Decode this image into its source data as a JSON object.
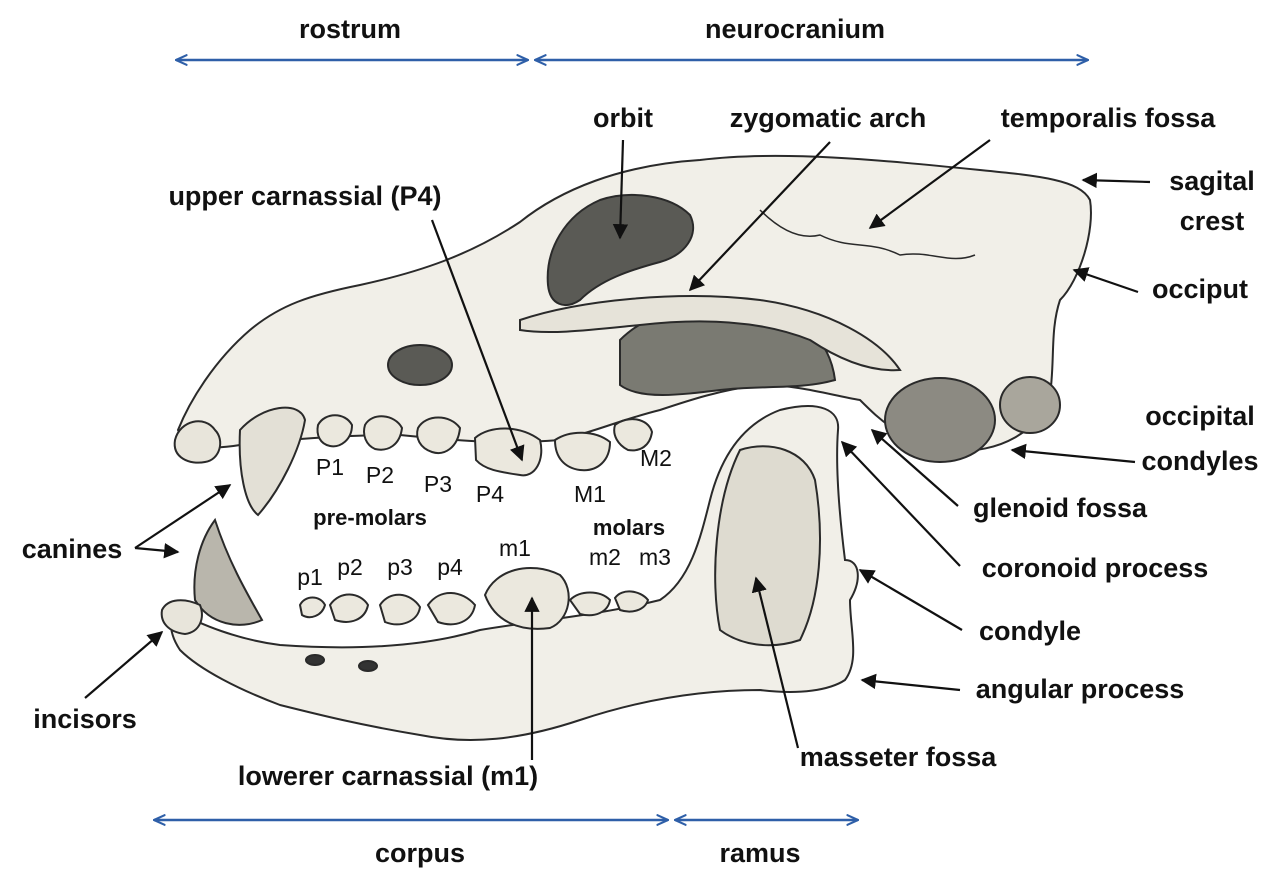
{
  "regions": {
    "rostrum": "rostrum",
    "neurocranium": "neurocranium",
    "corpus": "corpus",
    "ramus": "ramus"
  },
  "labels": {
    "orbit": "orbit",
    "zygomatic_arch": "zygomatic arch",
    "temporalis_fossa": "temporalis fossa",
    "sagital_crest_1": "sagital",
    "sagital_crest_2": "crest",
    "occiput": "occiput",
    "occipital_condyles_1": "occipital",
    "occipital_condyles_2": "condyles",
    "glenoid_fossa": "glenoid fossa",
    "coronoid_process": "coronoid process",
    "condyle": "condyle",
    "angular_process": "angular process",
    "masseter_fossa": "masseter fossa",
    "upper_carnassial": "upper carnassial (P4)",
    "lower_carnassial": "lowerer carnassial (m1)",
    "canines": "canines",
    "incisors": "incisors",
    "pre_molars": "pre-molars",
    "molars": "molars"
  },
  "teeth": {
    "upper": [
      "P1",
      "P2",
      "P3",
      "P4",
      "M1",
      "M2"
    ],
    "lower": [
      "p1",
      "p2",
      "p3",
      "p4",
      "m1",
      "m2",
      "m3"
    ]
  },
  "colors": {
    "region_arrow": "#2e5fa8",
    "bone_fill": "#f1efe8",
    "bone_stroke": "#2a2a2a",
    "shadow": "#5a5a55"
  }
}
